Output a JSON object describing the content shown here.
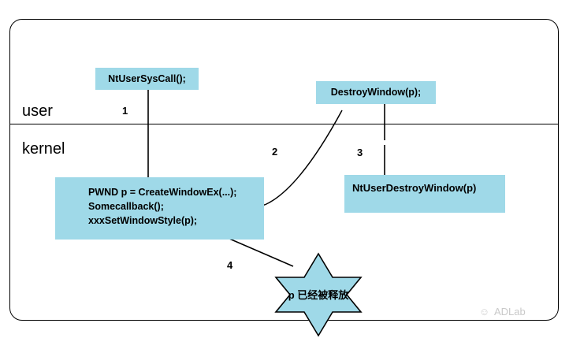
{
  "diagram": {
    "zones": {
      "user_label": "user",
      "kernel_label": "kernel"
    },
    "boxes": [
      {
        "id": "sys",
        "label": "NtUserSysCall();",
        "fill": "#9FD9E8"
      },
      {
        "id": "destroy",
        "label": "DestroyWindow(p);",
        "fill": "#9FD9E8"
      },
      {
        "id": "ntdestroy",
        "label": "NtUserDestroyWindow(p)",
        "fill": "#9FD9E8"
      }
    ],
    "kernel_code": {
      "line1": "PWND p = CreateWindowEx(...);",
      "line2": "Somecallback();",
      "line3": "xxxSetWindowStyle(p);",
      "fill": "#9FD9E8"
    },
    "steps": [
      {
        "id": "step-1",
        "label": "1"
      },
      {
        "id": "step-2",
        "label": "2"
      },
      {
        "id": "step-3",
        "label": "3"
      },
      {
        "id": "step-4",
        "label": "4"
      }
    ],
    "star": {
      "text": "p 已经被释放",
      "fill": "#9FD9E8",
      "stroke": "#000000"
    },
    "colors": {
      "box_fill": "#9FD9E8",
      "line": "#000000",
      "background": "#ffffff",
      "watermark": "#c9c9c9"
    }
  },
  "watermark": {
    "icon": "wechat-icon",
    "text": "ADLab"
  }
}
